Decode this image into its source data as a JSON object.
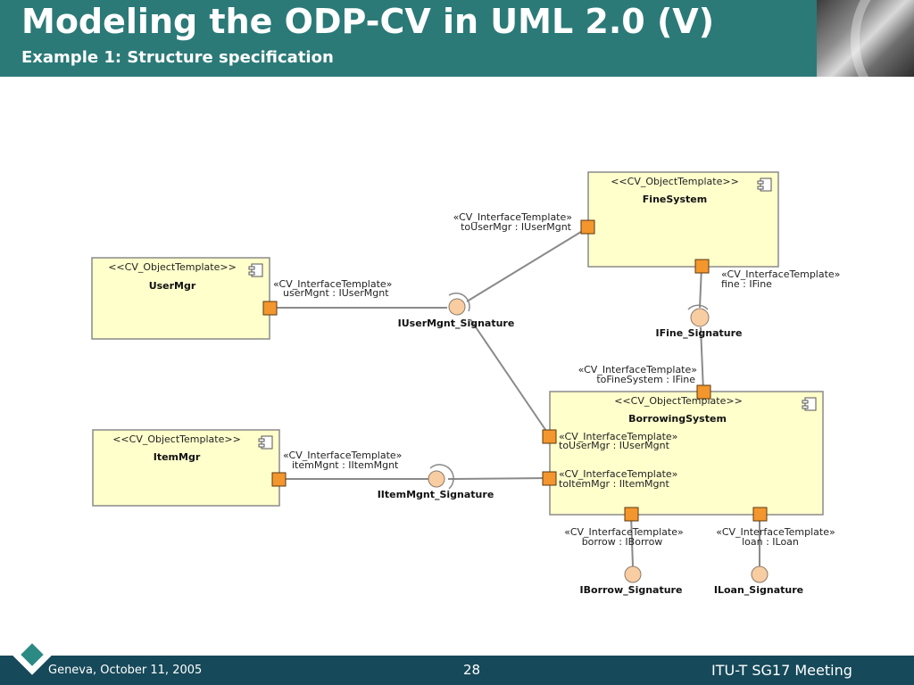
{
  "slide": {
    "title": "Modeling the ODP-CV in UML 2.0 (V)",
    "subtitle": "Example 1: Structure specification"
  },
  "footer": {
    "location_date": "Geneva, October 11, 2005",
    "page_number": "28",
    "meeting": "ITU-T SG17 Meeting"
  },
  "diagram": {
    "components": {
      "fine_system": {
        "stereotype": "<<CV_ObjectTemplate>>",
        "name": "FineSystem"
      },
      "user_mgr": {
        "stereotype": "<<CV_ObjectTemplate>>",
        "name": "UserMgr"
      },
      "item_mgr": {
        "stereotype": "<<CV_ObjectTemplate>>",
        "name": "ItemMgr"
      },
      "borrowing_system": {
        "stereotype": "<<CV_ObjectTemplate>>",
        "name": "BorrowingSystem"
      }
    },
    "ports": {
      "to_user_mgr_fine": {
        "stereotype": "«CV_InterfaceTemplate»",
        "name": "toUserMgr : IUserMgnt"
      },
      "fine": {
        "stereotype": "«CV_InterfaceTemplate»",
        "name": "fine : IFine"
      },
      "user_mgnt": {
        "stereotype": "«CV_InterfaceTemplate»",
        "name": "userMgnt : IUserMgnt"
      },
      "to_fine_system": {
        "stereotype": "«CV_InterfaceTemplate»",
        "name": "toFineSystem : IFine"
      },
      "to_user_mgr_borrowing": {
        "stereotype": "«CV_InterfaceTemplate»",
        "name": "toUserMgr : IUserMgnt"
      },
      "to_item_mgr": {
        "stereotype": "«CV_InterfaceTemplate»",
        "name": "toItemMgr : IItemMgnt"
      },
      "item_mgnt": {
        "stereotype": "«CV_InterfaceTemplate»",
        "name": "itemMgnt : IItemMgnt"
      },
      "borrow": {
        "stereotype": "«CV_InterfaceTemplate»",
        "name": "borrow : IBorrow"
      },
      "loan": {
        "stereotype": "«CV_InterfaceTemplate»",
        "name": "loan : ILoan"
      }
    },
    "signatures": {
      "iuser_mgnt": "IUserMgnt_Signature",
      "ifine": "IFine_Signature",
      "iitem_mgnt": "IItemMgnt_Signature",
      "iborrow": "IBorrow_Signature",
      "iloan": "ILoan_Signature"
    }
  }
}
